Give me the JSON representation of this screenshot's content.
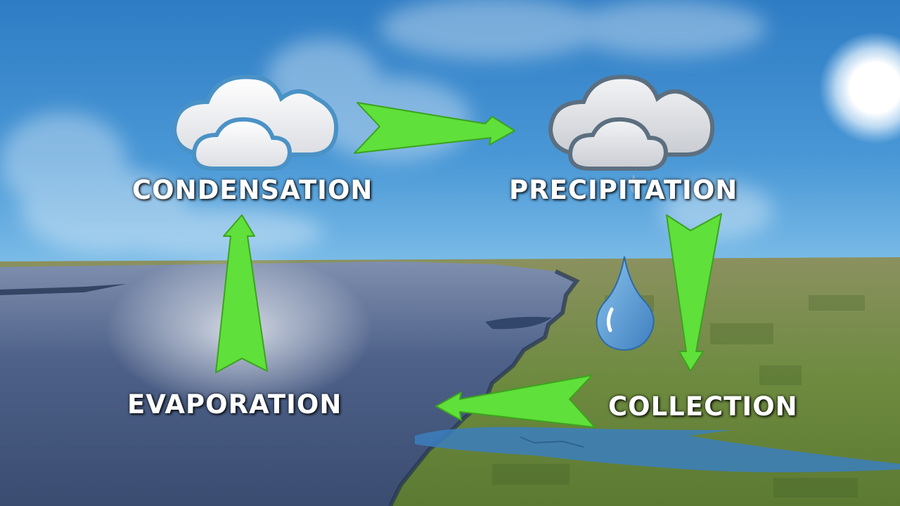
{
  "stages": {
    "condensation": "CONDENSATION",
    "precipitation": "PRECIPITATION",
    "evaporation": "EVAPORATION",
    "collection": "COLLECTION"
  },
  "colors": {
    "arrow": "#5fe03a",
    "sky": "#3a86c8",
    "water": "#4a5f86",
    "land": "#6c8a3c",
    "cloud": "#f1f2f4",
    "cloud_outline": "#4a92c6",
    "raindrop": "#5b9bd1"
  },
  "icons": [
    "cloud-icon",
    "rain-cloud-icon",
    "raindrop-icon",
    "sun-icon"
  ]
}
